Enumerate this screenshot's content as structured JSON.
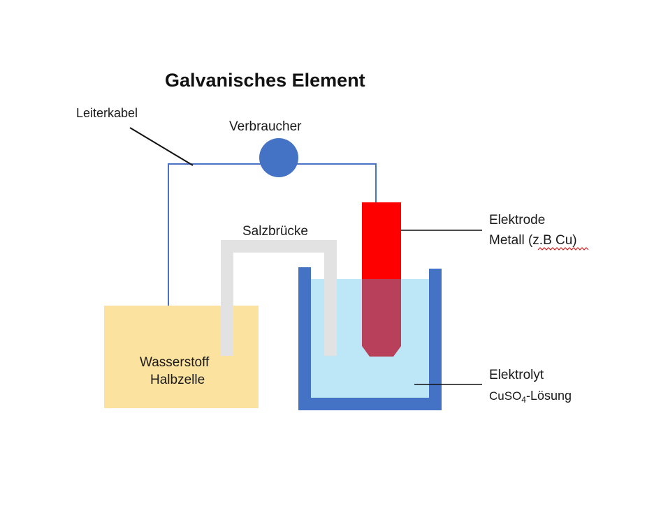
{
  "title": "Galvanisches Element",
  "labels": {
    "wire": "Leiterkabel",
    "load": "Verbraucher",
    "salt_bridge": "Salzbrücke",
    "electrode_line1": "Elektrode",
    "electrode_line2": "Metall (z.B Cu)",
    "half_cell_line1": "Wasserstoff",
    "half_cell_line2": "Halbzelle",
    "electrolyte_line1": "Elektrolyt",
    "electrolyte_formula_main": "CuSO",
    "electrolyte_formula_sub": "4",
    "electrolyte_formula_rest": "-Lösung"
  },
  "colors": {
    "wire": "#4a72c4",
    "load": "#4472c4",
    "electrode": "#ff0000",
    "electrode_submerged": "#b9405a",
    "beaker": "#4472c4",
    "solution": "#bde7f7",
    "salt_bridge": "#e2e2e2",
    "half_cell": "#fbe29f",
    "leader": "#111111"
  }
}
